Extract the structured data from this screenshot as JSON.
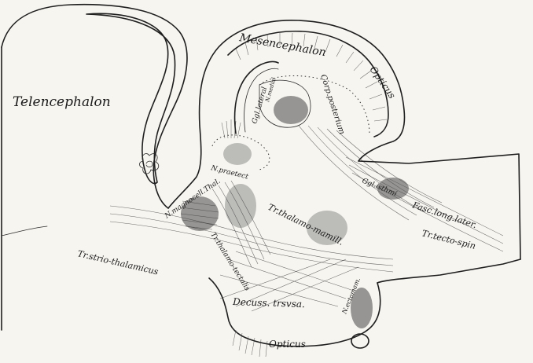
{
  "labels": {
    "telencephalon": "Telencephalon",
    "mesencephalon": "Mesencephalon",
    "opticus_top": "Opticus",
    "corp_posterior": "Corp.posterium",
    "ggl_lateral": "Ggl.lateral",
    "ggl_medial": "N.medial",
    "n_praetect": "N.praetect",
    "n_magnocell": "N.magnocell.Thal.",
    "ggl_isthmi": "Ggl.isthmi",
    "fasc_long_later": "Fasc.long.later.",
    "tr_thalamo_mamill": "Tr.thalamo-mamill.",
    "tr_thalamo_tectalis": "Tr.thalamo-tectalis",
    "tr_tecto_spin": "Tr.tecto-spin",
    "tr_strio_thalamicus": "Tr.strio-thalamicus",
    "decuss_trsvsa": "Decuss. trsvsa.",
    "n_ectomam": "N.ectomam.",
    "opticus_bottom": "Opticus"
  }
}
